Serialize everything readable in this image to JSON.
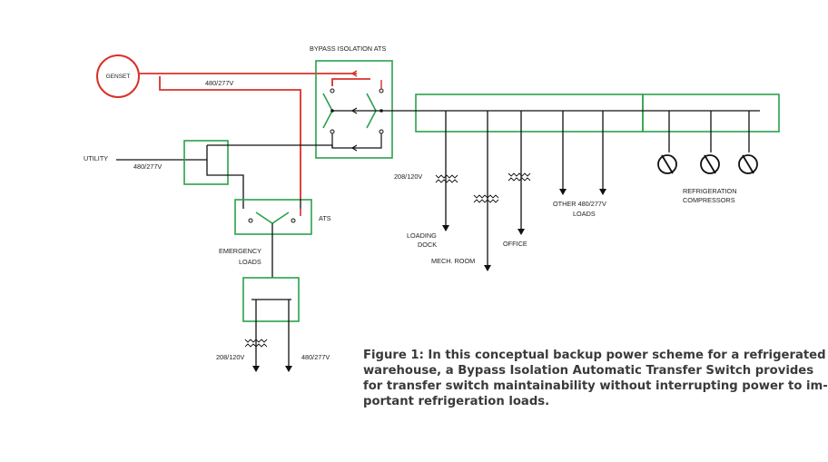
{
  "colors": {
    "emergency_path": "#d9302b",
    "equipment_outline": "#2aa14b",
    "normal_path": "#111111"
  },
  "diagram": {
    "genset": "GENSET",
    "genset_voltage": "480/277V",
    "bypass_ats": "BYPASS  ISOLATION ATS",
    "utility": "UTILITY",
    "utility_voltage": "480/277V",
    "ats": "ATS",
    "emergency_loads_1": "EMERGENCY",
    "emergency_loads_2": "LOADS",
    "em_208": "208/120V",
    "em_480": "480/277V",
    "bus_208": "208/120V",
    "loading_dock_1": "LOADING",
    "loading_dock_2": "DOCK",
    "mech_room": "MECH. ROOM",
    "office": "OFFICE",
    "other_loads_1": "OTHER 480/277V",
    "other_loads_2": "LOADS",
    "refrigeration_1": "REFRIGERATION",
    "refrigeration_2": "COMPRESSORS"
  },
  "caption": {
    "line1": "Figure 1: In this conceptual backup power scheme for a refrigerated",
    "line2": "warehouse, a Bypass Isolation Automatic Transfer Switch provides",
    "line3": "for transfer switch maintainability without interrupting power to im-",
    "line4": "portant refrigeration loads."
  }
}
